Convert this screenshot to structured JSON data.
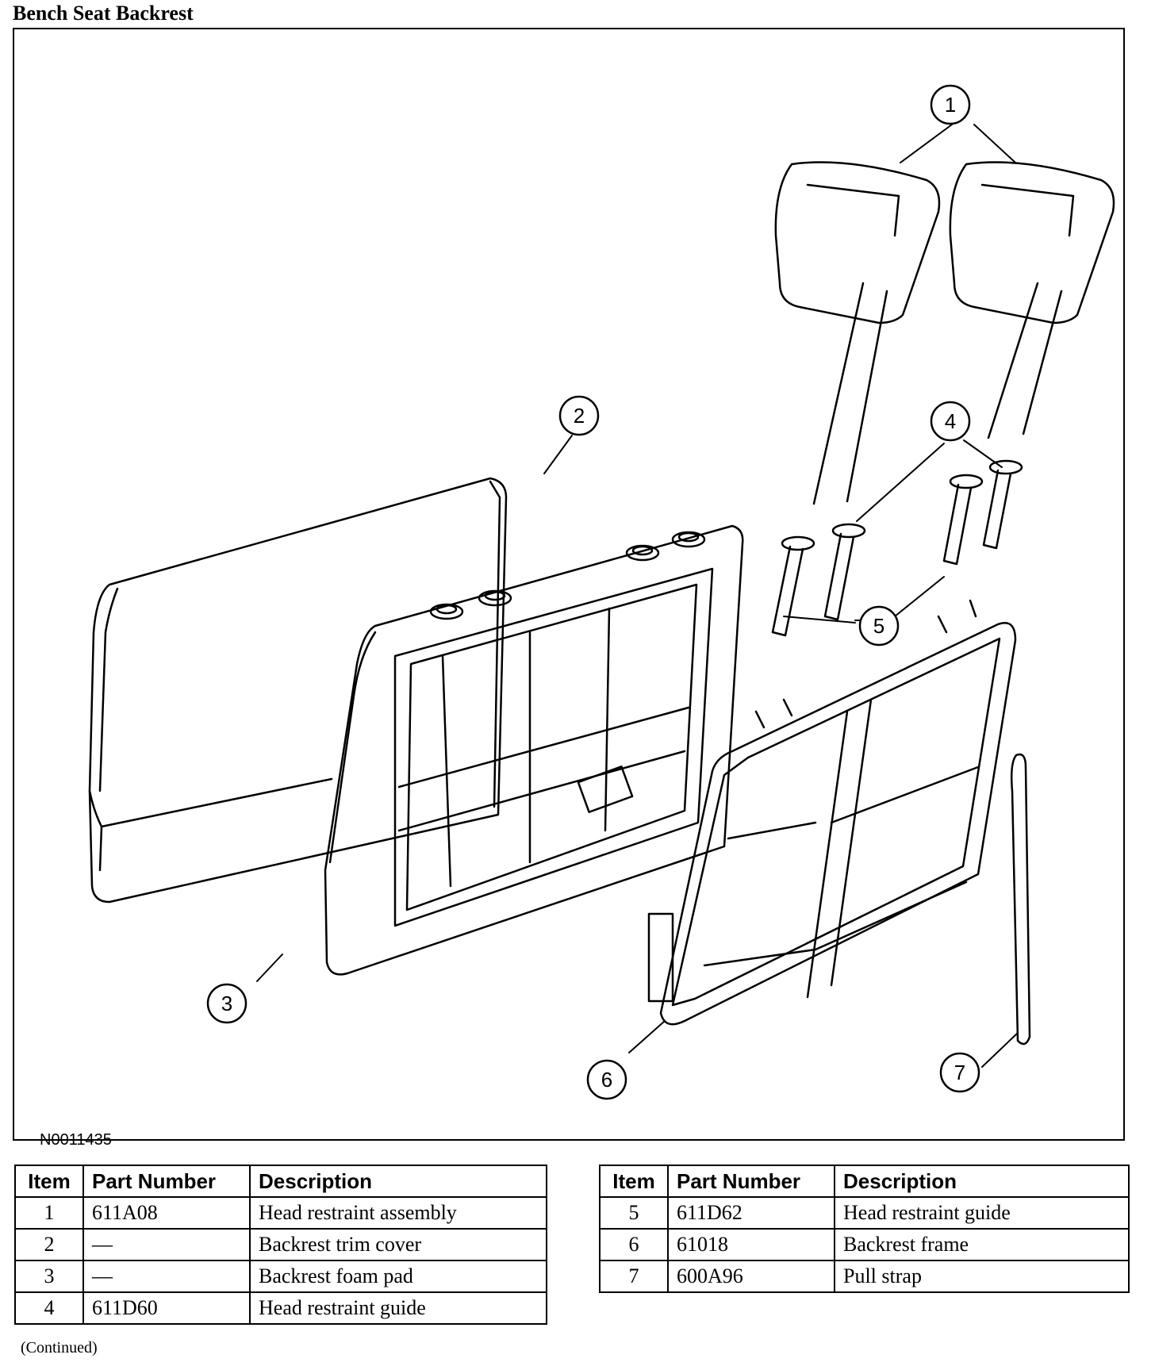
{
  "title": "Bench Seat Backrest",
  "figure": {
    "id": "N0011435",
    "callouts": [
      "1",
      "2",
      "3",
      "4",
      "5",
      "6",
      "7"
    ]
  },
  "table_headers": {
    "item": "Item",
    "part_number": "Part Number",
    "description": "Description"
  },
  "parts_left": [
    {
      "item": "1",
      "part_number": "611A08",
      "description": "Head restraint assembly"
    },
    {
      "item": "2",
      "part_number": "—",
      "description": "Backrest trim cover"
    },
    {
      "item": "3",
      "part_number": "—",
      "description": "Backrest foam pad"
    },
    {
      "item": "4",
      "part_number": "611D60",
      "description": "Head restraint guide"
    }
  ],
  "parts_right": [
    {
      "item": "5",
      "part_number": "611D62",
      "description": "Head restraint guide"
    },
    {
      "item": "6",
      "part_number": "61018",
      "description": "Backrest frame"
    },
    {
      "item": "7",
      "part_number": "600A96",
      "description": "Pull strap"
    }
  ],
  "note": "(Continued)",
  "colors": {
    "line": "#000000",
    "background": "#ffffff"
  }
}
